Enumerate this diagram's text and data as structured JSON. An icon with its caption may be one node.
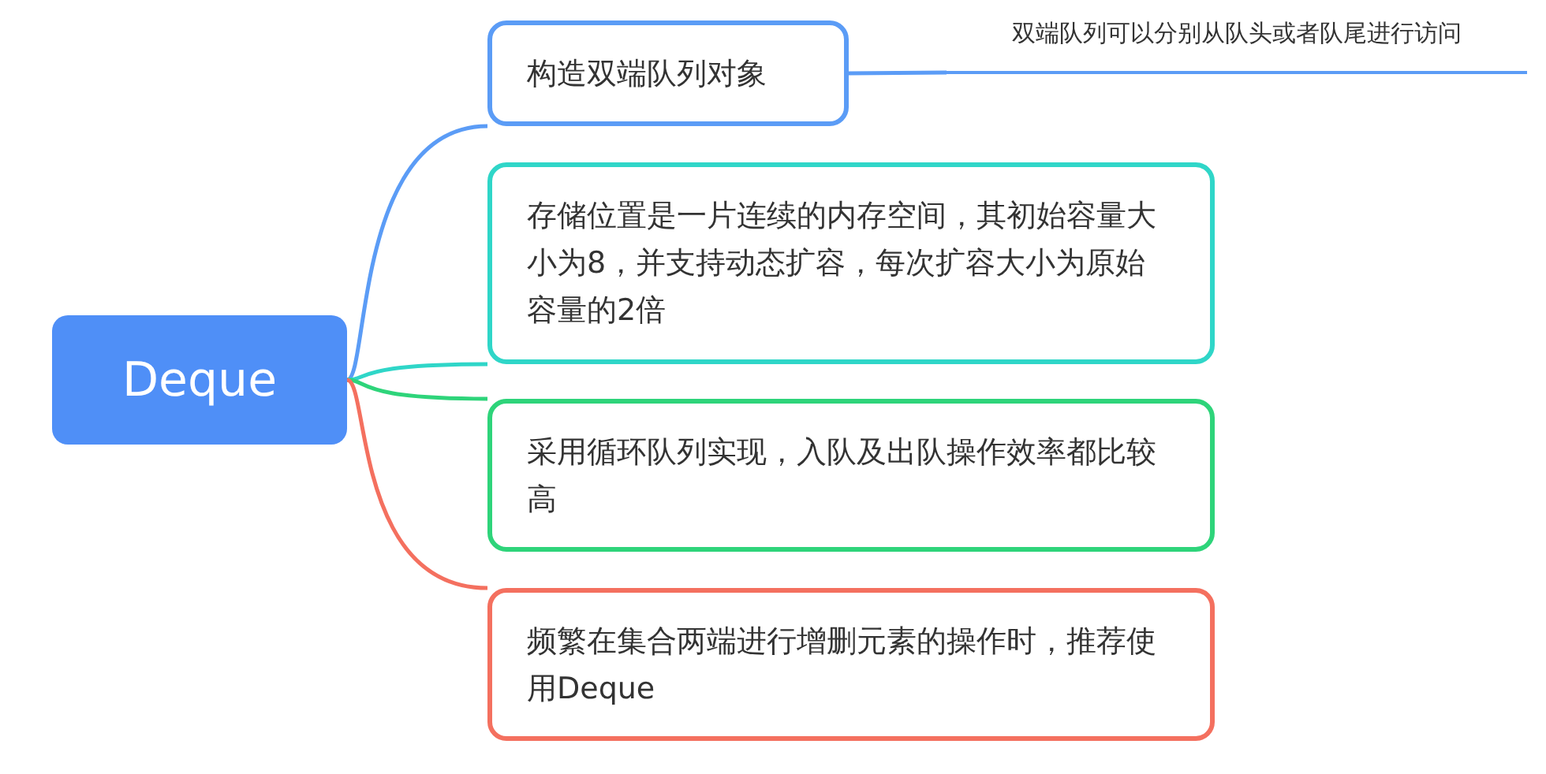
{
  "diagram": {
    "nodes": [
      {
        "text": [
          "Deque"
        ]
      },
      {
        "text": [
          "构造双端队列对象"
        ]
      },
      {
        "text": [
          "双端队列可以分别从队头或者队尾进行访问"
        ]
      },
      {
        "text": [
          "存储位置是一片连续的内存空间，其初始容量大小为8，并支持动态扩容，每次扩容大小为原始容量的2倍"
        ]
      },
      {
        "text": [
          "采用循环队列实现，入队及出队操作效率都比较高"
        ]
      },
      {
        "text": [
          "频繁在集合两端进行增删元素的操作时，推荐使用Deque"
        ]
      }
    ],
    "edges": [
      {
        "from": 0,
        "to": 1,
        "arrow": "none",
        "color": "#5b9cf6"
      },
      {
        "from": 1,
        "to": 2,
        "arrow": "none",
        "color": "#5b9cf6"
      },
      {
        "from": 0,
        "to": 3,
        "arrow": "none",
        "color": "#2fd6c8"
      },
      {
        "from": 0,
        "to": 4,
        "arrow": "none",
        "color": "#2ed47a"
      },
      {
        "from": 0,
        "to": 5,
        "arrow": "none",
        "color": "#f4705f"
      }
    ]
  }
}
